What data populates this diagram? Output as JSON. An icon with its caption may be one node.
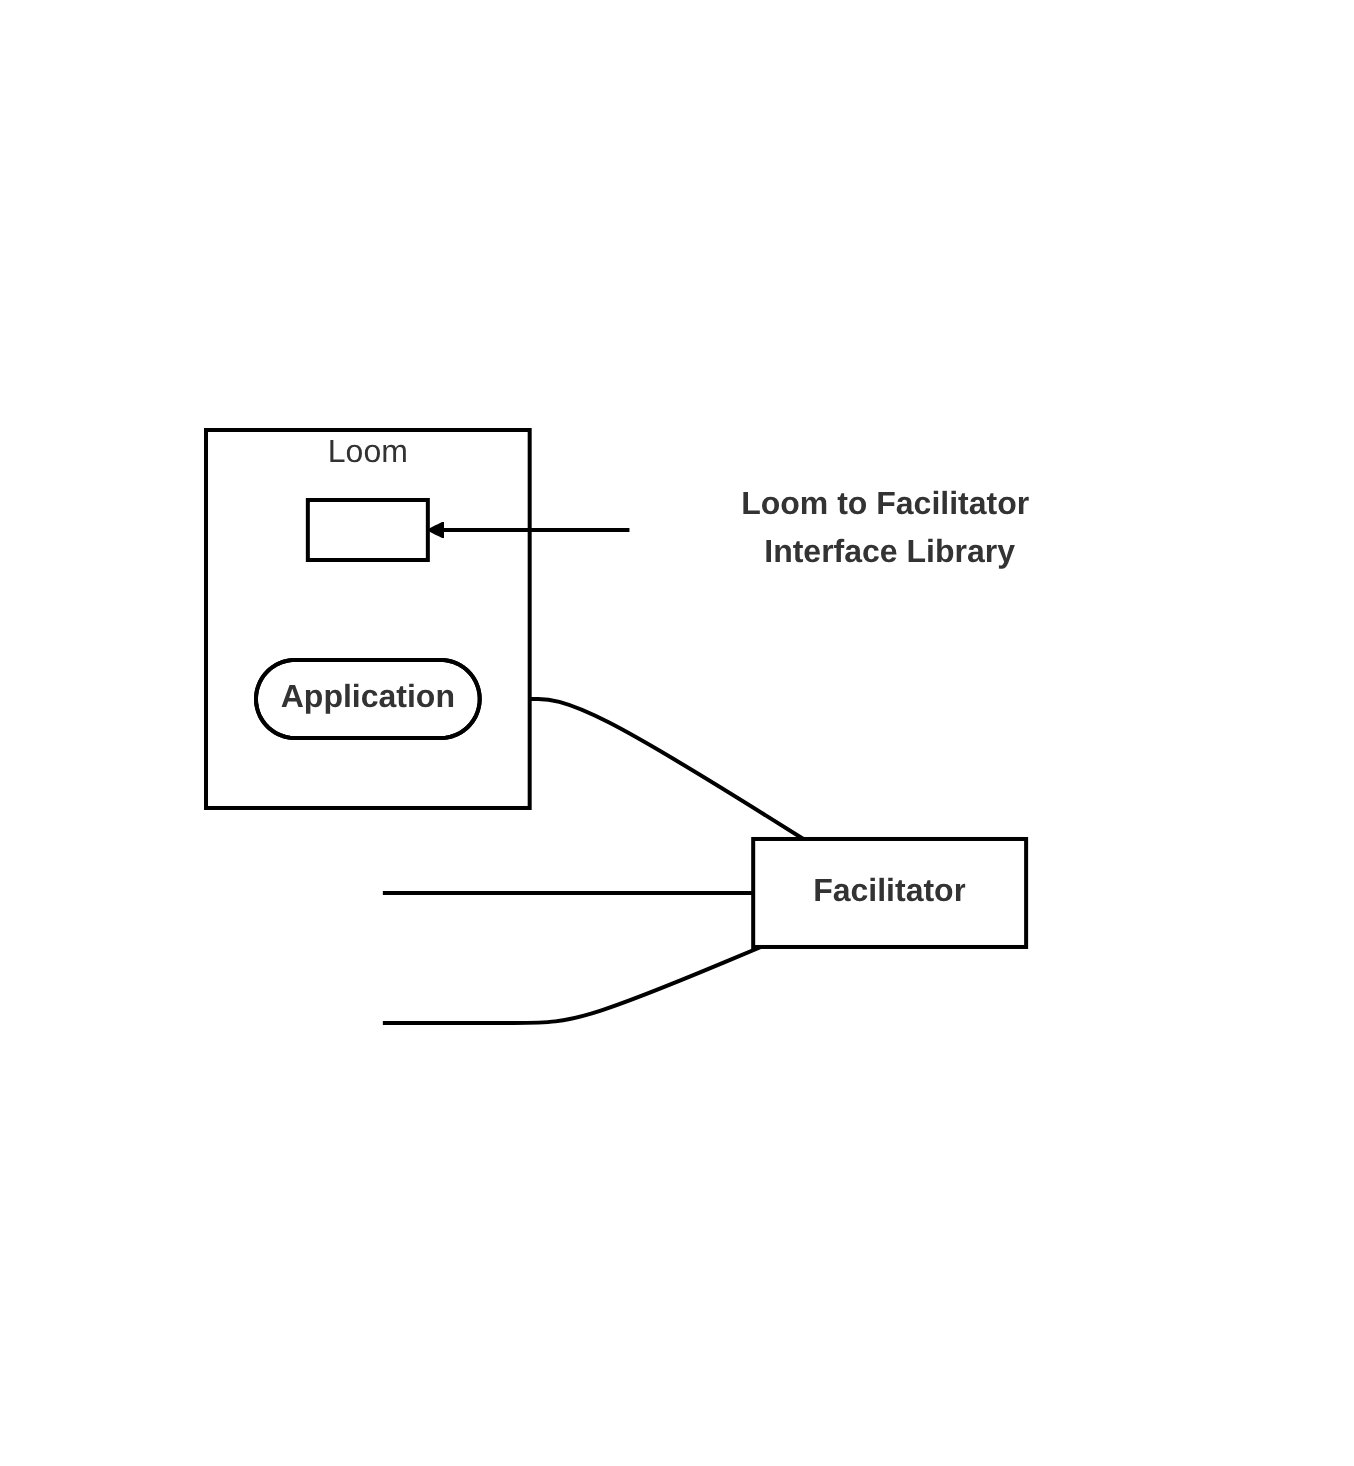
{
  "diagram": {
    "nodes": [
      {
        "text": [
          "Loom"
        ]
      },
      {
        "text": [
          "Application"
        ],
        "in": 0
      },
      {
        "text": [],
        "shape": "box",
        "in": 0
      },
      {
        "text": [
          "Loom to Facilitator Interface Library"
        ]
      },
      {
        "text": [
          "Facilitator"
        ]
      }
    ],
    "edges": [
      {
        "from": 3,
        "to": 2,
        "arrow": "to"
      },
      {
        "from": 4,
        "to": 0,
        "arrow": "none"
      },
      {
        "from": 4,
        "to": null,
        "arrow": "none"
      },
      {
        "from": 4,
        "to": null,
        "arrow": "none"
      }
    ]
  }
}
